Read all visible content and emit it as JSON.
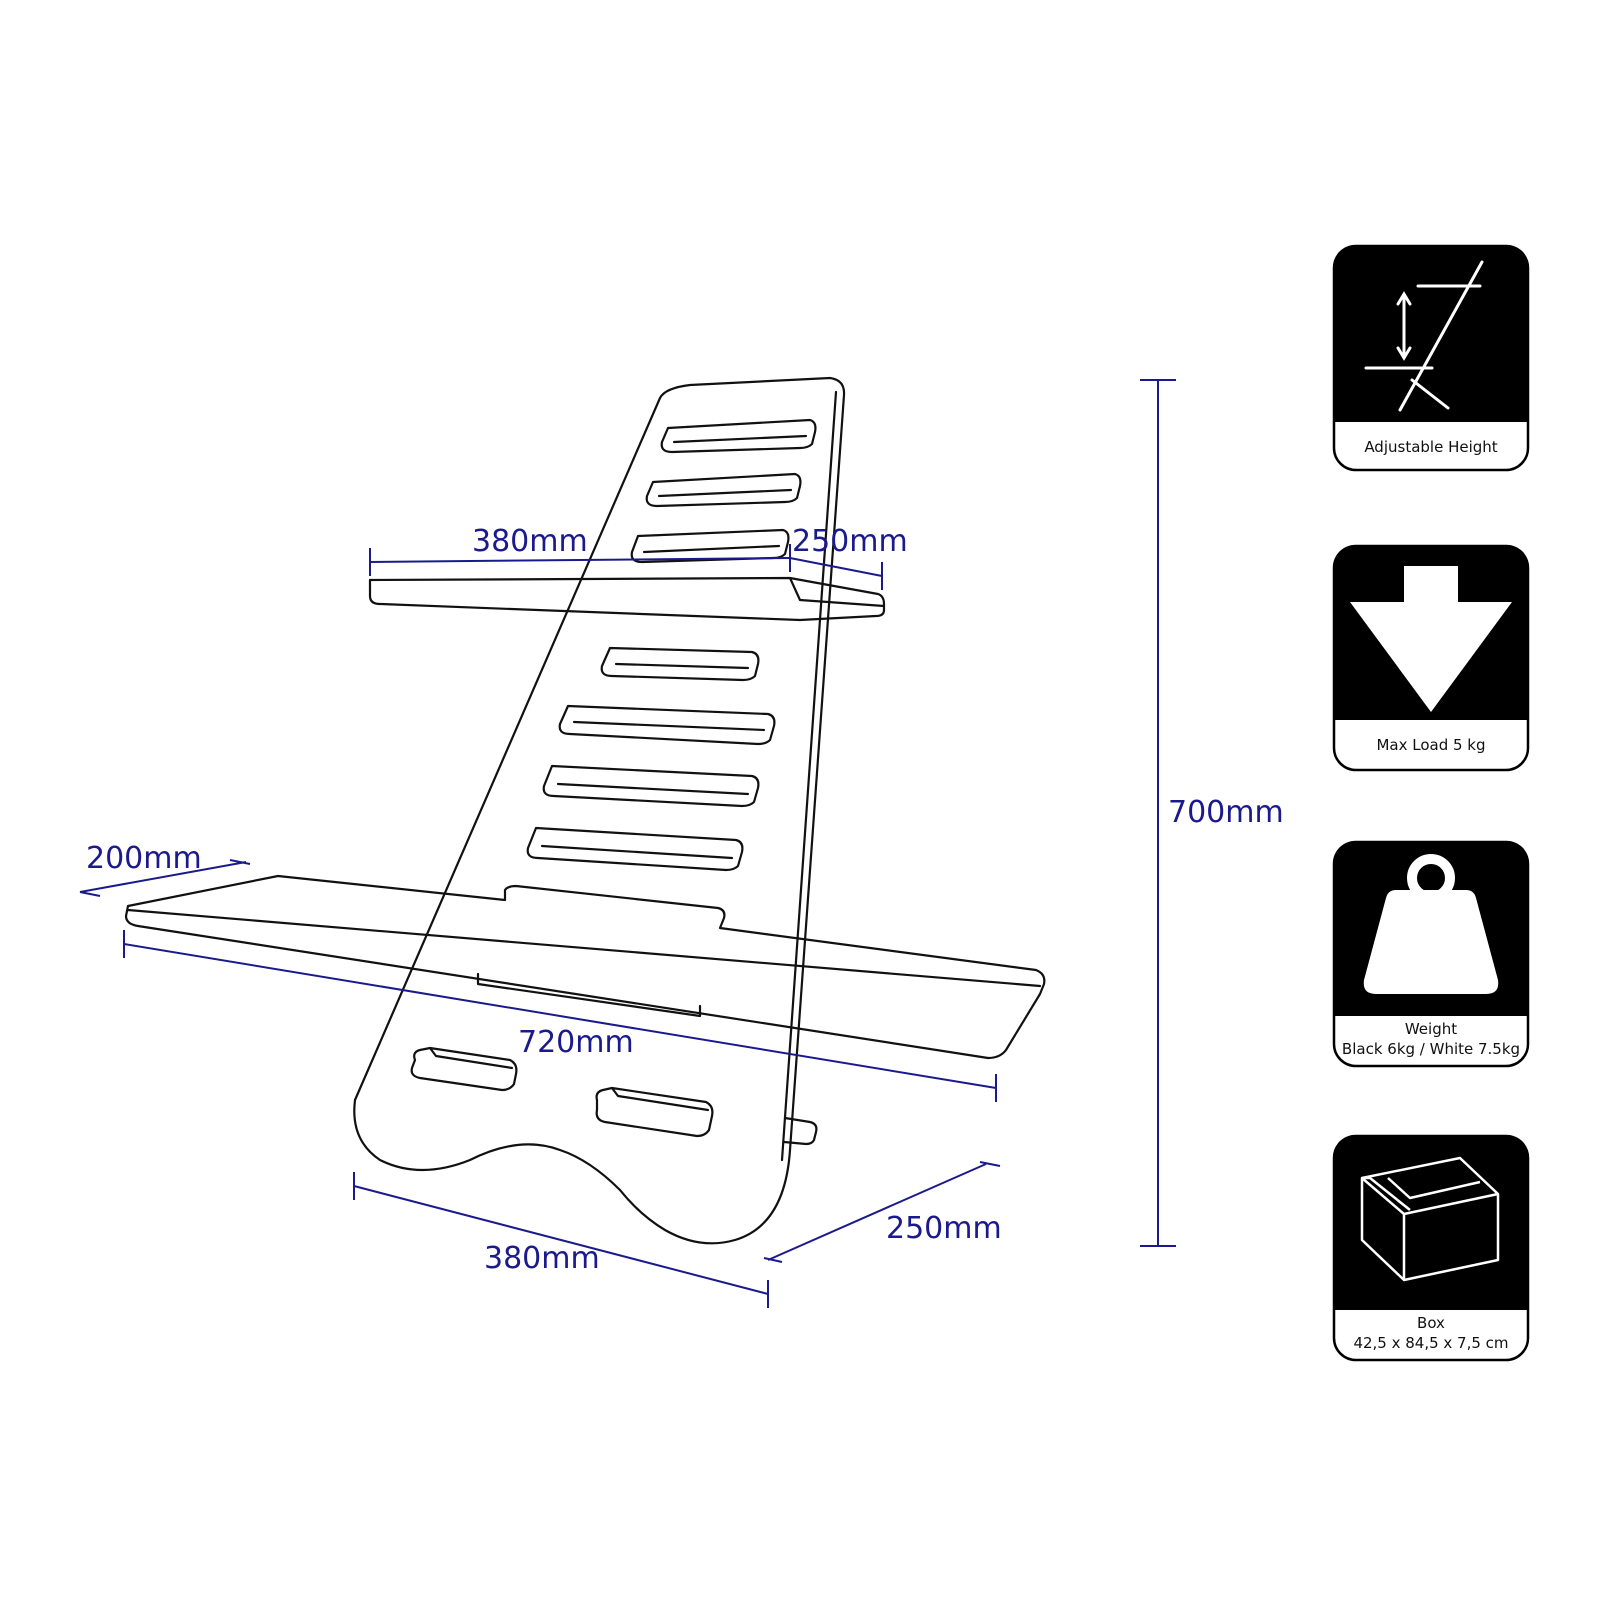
{
  "dimensions": {
    "top_shelf_width": "380mm",
    "top_shelf_depth": "250mm",
    "keyboard_tray_depth": "200mm",
    "keyboard_tray_width": "720mm",
    "base_width": "380mm",
    "base_depth": "250mm",
    "total_height": "700mm"
  },
  "features": [
    {
      "icon": "adjustable-height-icon",
      "lines": [
        "Adjustable Height"
      ]
    },
    {
      "icon": "down-arrow-icon",
      "lines": [
        "Max Load 5 kg"
      ]
    },
    {
      "icon": "weight-icon",
      "lines": [
        "Weight",
        "Black 6kg / White 7.5kg"
      ]
    },
    {
      "icon": "box-icon",
      "lines": [
        "Box",
        "42,5 x 84,5 x 7,5 cm"
      ]
    }
  ],
  "colors": {
    "dimension": "#1a1a8c",
    "outline": "#111111",
    "card_bg": "#000000",
    "card_text": "#111111"
  }
}
